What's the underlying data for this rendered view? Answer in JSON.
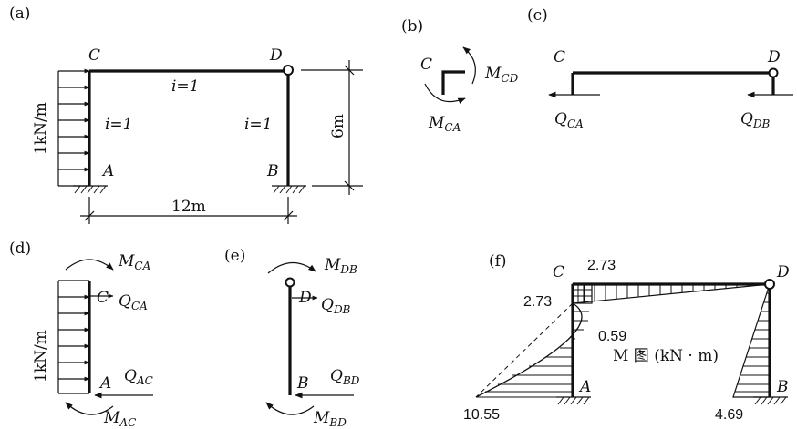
{
  "panels": {
    "a": {
      "tag": "(a)",
      "node_c": "C",
      "node_d": "D",
      "node_a": "A",
      "node_b": "B",
      "beam_stiffness": "i=1",
      "left_col_stiffness": "i=1",
      "right_col_stiffness": "i=1",
      "load": "1kN/m",
      "height_dim": "6m",
      "span_dim": "12m"
    },
    "b": {
      "tag": "(b)",
      "node": "C",
      "m_cd": "M",
      "m_cd_sub": "CD",
      "m_ca": "M",
      "m_ca_sub": "CA"
    },
    "c": {
      "tag": "(c)",
      "node_c": "C",
      "node_d": "D",
      "q_ca": "Q",
      "q_ca_sub": "CA",
      "q_db": "Q",
      "q_db_sub": "DB"
    },
    "d": {
      "tag": "(d)",
      "m_ca": "M",
      "m_ca_sub": "CA",
      "node_c": "C",
      "q_ca": "Q",
      "q_ca_sub": "CA",
      "load": "1kN/m",
      "node_a": "A",
      "q_ac": "Q",
      "q_ac_sub": "AC",
      "m_ac": "M",
      "m_ac_sub": "AC"
    },
    "e": {
      "tag": "(e)",
      "m_db": "M",
      "m_db_sub": "DB",
      "node_d": "D",
      "q_db": "Q",
      "q_db_sub": "DB",
      "node_b": "B",
      "q_bd": "Q",
      "q_bd_sub": "BD",
      "m_bd": "M",
      "m_bd_sub": "BD"
    },
    "f": {
      "tag": "(f)",
      "node_c": "C",
      "node_d": "D",
      "node_a": "A",
      "node_b": "B",
      "m_top_c": "2.73",
      "m_side_c": "2.73",
      "m_mid": "0.59",
      "m_base_a": "10.55",
      "m_base_b": "4.69",
      "diagram_title": "M 图 (kN · m)"
    }
  }
}
